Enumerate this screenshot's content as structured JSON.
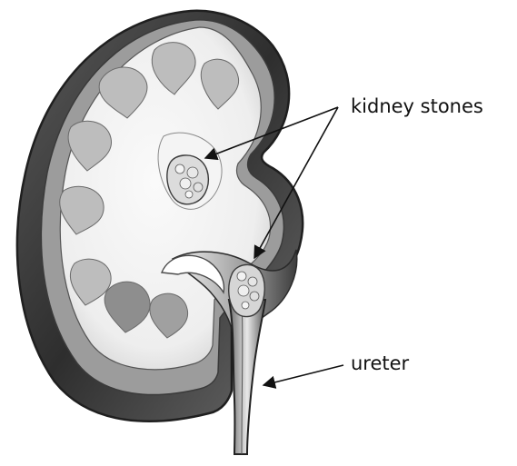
{
  "labels": {
    "kidney_stones": "kidney stones",
    "ureter": "ureter"
  },
  "colors": {
    "background": "#ffffff",
    "outline": "#2a2a2a",
    "cortex_dark": "#3a3a3a",
    "pelvis_dark": "#4a4a4a",
    "medulla_light": "#f2f2f2",
    "pyramid_gray": "#b8b8b8",
    "stone_light": "#d9d9d9",
    "label_text": "#111111"
  },
  "icons": {
    "pointer": "arrowhead"
  }
}
